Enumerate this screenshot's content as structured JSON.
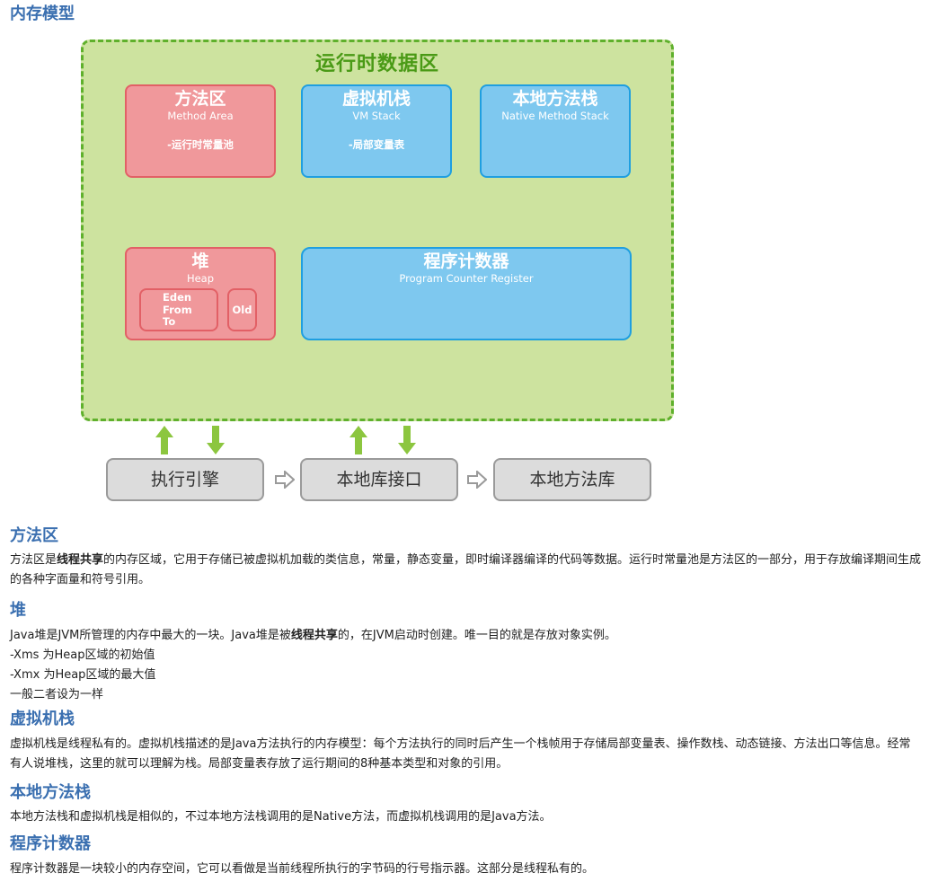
{
  "page_title": "内存模型",
  "diagram": {
    "runtime_area_title": "运行时数据区",
    "method_area": {
      "title": "方法区",
      "subtitle": "Method Area",
      "note": "-运行时常量池"
    },
    "vm_stack": {
      "title": "虚拟机栈",
      "subtitle": "VM Stack",
      "note": "-局部变量表"
    },
    "native_stack": {
      "title": "本地方法栈",
      "subtitle": "Native Method Stack"
    },
    "heap": {
      "title": "堆",
      "subtitle": "Heap",
      "young_lines": [
        "Eden",
        "From",
        "To"
      ],
      "old": "Old"
    },
    "pc_register": {
      "title": "程序计数器",
      "subtitle": "Program Counter Register"
    },
    "execution_engine": "执行引擎",
    "native_interface": "本地库接口",
    "native_library": "本地方法库",
    "colors": {
      "runtime_fill": "#cde39f",
      "runtime_border": "#5fb02c",
      "red_fill": "#f0989b",
      "blue_fill": "#7ec8ef",
      "arrow_green": "#8cc63f",
      "grey_box": "#dcdcdc"
    }
  },
  "sections": {
    "method_area": {
      "heading": "方法区",
      "text_1": "方法区是",
      "bold_1": "线程共享",
      "text_2": "的内存区域，它用于存储已被虚拟机加载的类信息，常量，静态变量，即时编译器编译的代码等数据。运行时常量池是方法区的一部分，用于存放编译期间生成的各种字面量和符号引用。"
    },
    "heap": {
      "heading": "堆",
      "text_1": "Java堆是JVM所管理的内存中最大的一块。Java堆是被",
      "bold_1": "线程共享",
      "text_2": "的，在JVM启动时创建。唯一目的就是存放对象实例。",
      "line_2": "-Xms 为Heap区域的初始值",
      "line_3": "-Xmx 为Heap区域的最大值",
      "line_4": "一般二者设为一样"
    },
    "vm_stack": {
      "heading": "虚拟机栈",
      "text": "虚拟机栈是线程私有的。虚拟机栈描述的是Java方法执行的内存模型：每个方法执行的同时后产生一个栈帧用于存储局部变量表、操作数栈、动态链接、方法出口等信息。经常有人说堆栈，这里的就可以理解为栈。局部变量表存放了运行期间的8种基本类型和对象的引用。"
    },
    "native_stack": {
      "heading": "本地方法栈",
      "text": "本地方法栈和虚拟机栈是相似的，不过本地方法栈调用的是Native方法，而虚拟机栈调用的是Java方法。"
    },
    "pc_register": {
      "heading": "程序计数器",
      "text": "程序计数器是一块较小的内存空间，它可以看做是当前线程所执行的字节码的行号指示器。这部分是线程私有的。"
    }
  }
}
